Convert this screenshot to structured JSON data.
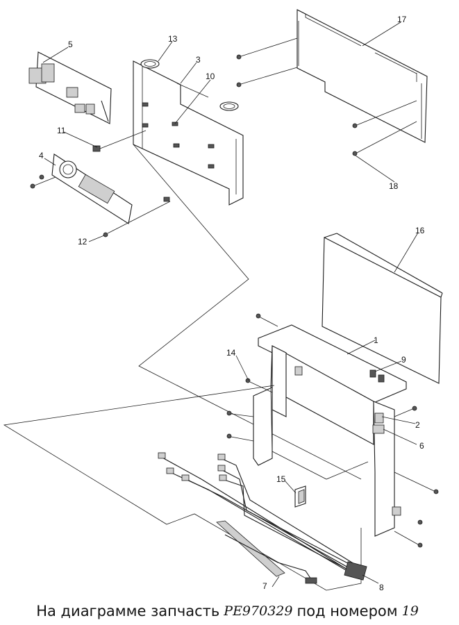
{
  "caption": {
    "prefix": "На диаграмме запчасть",
    "part_code": "PE970329",
    "middle": "под номером",
    "part_number": "19"
  },
  "labels": {
    "l1": "1",
    "l2": "2",
    "l3": "3",
    "l4": "4",
    "l5": "5",
    "l6": "6",
    "l7": "7",
    "l8": "8",
    "l9": "9",
    "l10": "10",
    "l11": "11",
    "l12": "12",
    "l13": "13",
    "l14": "14",
    "l15": "15",
    "l16": "16",
    "l17": "17",
    "l18": "18"
  }
}
